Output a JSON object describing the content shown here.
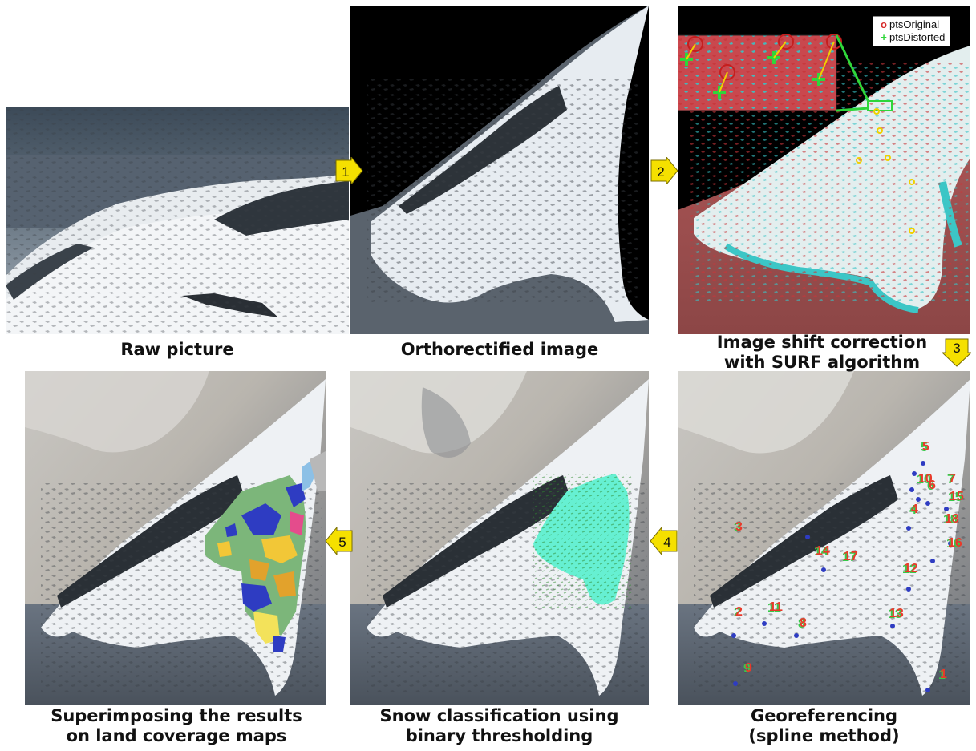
{
  "steps": [
    {
      "number": "1",
      "caption": "Raw picture"
    },
    {
      "number": "2",
      "caption": "Orthorectified image"
    },
    {
      "number": "3",
      "caption_line1": "Image shift correction",
      "caption_line2": "with SURF algorithm"
    },
    {
      "number": "4",
      "caption_line1": "Snow classification using",
      "caption_line2": "binary thresholding"
    },
    {
      "number": "5",
      "caption_line1": "Superimposing the results",
      "caption_line2": "on land coverage maps"
    },
    {
      "caption_line1": "Georeferencing",
      "caption_line2": "(spline method)"
    }
  ],
  "legend": {
    "original": "ptsOriginal",
    "distorted": "ptsDistorted"
  },
  "control_points": [
    "1",
    "2",
    "3",
    "4",
    "5",
    "6",
    "7",
    "8",
    "9",
    "10",
    "11",
    "12",
    "13",
    "14",
    "15",
    "16",
    "17",
    "18"
  ],
  "colors": {
    "arrow": "#f5e000",
    "snow": "#66f0d2",
    "legend_red": "#d62a2a",
    "legend_green": "#2fd63a"
  }
}
